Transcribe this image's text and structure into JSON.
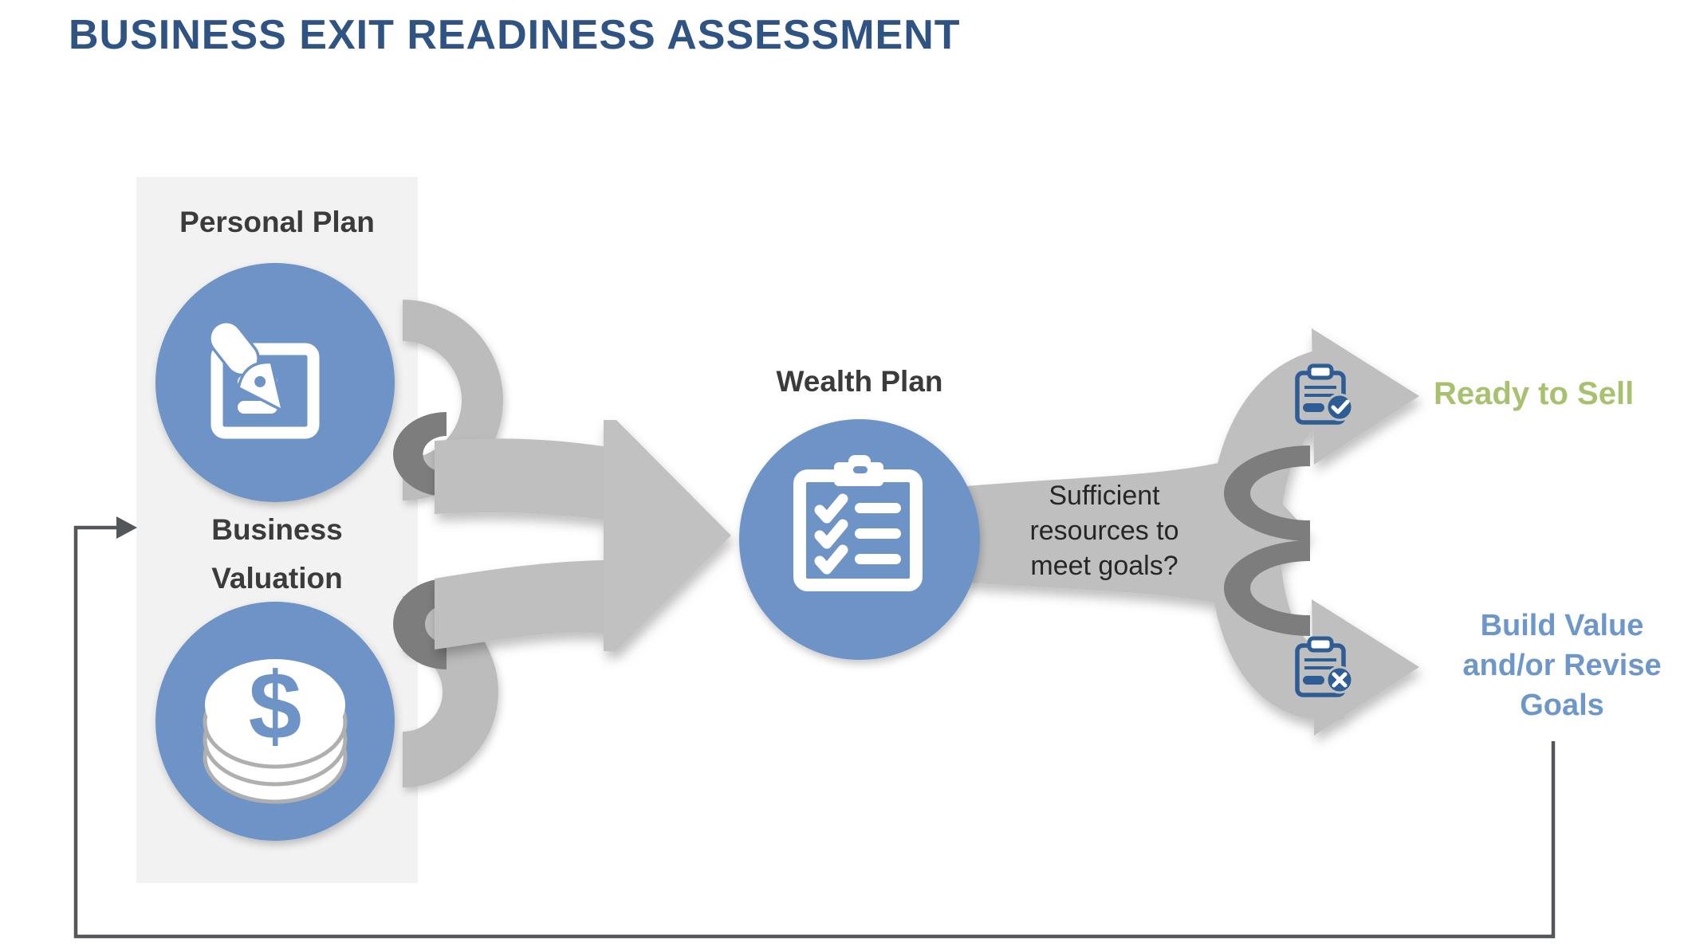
{
  "title": "BUSINESS EXIT READINESS ASSESSMENT",
  "left_panel": {
    "personal_plan_label": "Personal Plan",
    "business_valuation": {
      "lines": [
        "Business",
        "Valuation"
      ]
    }
  },
  "wealth": {
    "label": "Wealth Plan"
  },
  "question": {
    "lines": [
      "Sufficient",
      "resources to",
      "meet goals?"
    ]
  },
  "outcomes": {
    "ready": {
      "label": "Ready to Sell",
      "color": "#A8C16E"
    },
    "build": {
      "lines": [
        "Build Value",
        "and/or Revise",
        "Goals"
      ],
      "color": "#6D96CB"
    }
  },
  "icons": {
    "personal_plan": "document-pen-icon",
    "business_valuation": "dollar-coins-icon",
    "wealth_plan": "checklist-clipboard-icon",
    "ready": "clipboard-check-icon",
    "build": "clipboard-x-icon",
    "dollar_glyph": "$"
  },
  "colors": {
    "title": "#2F5382",
    "circle_blue": "#6E93C6",
    "ribbon_gray": "#BFBFBF",
    "fold_gray": "#7D7D7D",
    "panel_gray": "#F2F2F2",
    "label_dark": "#3B3B3B",
    "question_text": "#262626",
    "loop_line": "#54575A",
    "icon_blue": "#2E5C94"
  }
}
